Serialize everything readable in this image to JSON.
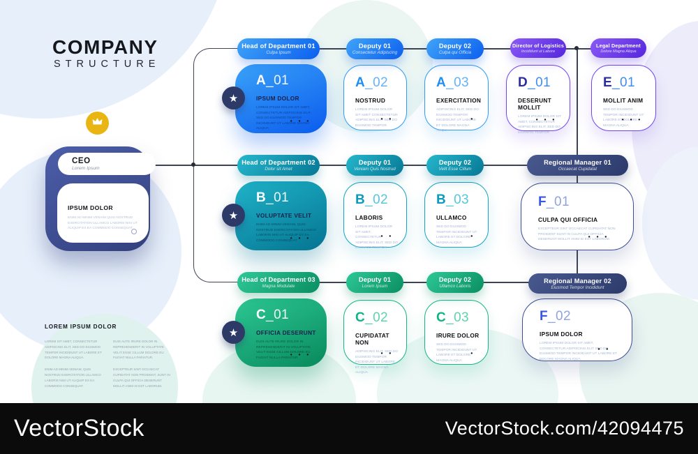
{
  "title": {
    "line1": "COMPANY",
    "line2": "STRUCTURE"
  },
  "colors": {
    "blue": "#1a73f0",
    "teal": "#0d8aa6",
    "green": "#12a873",
    "purple": "#6a3df0",
    "navy": "#3a4a8c",
    "gold": "#e9b512",
    "line": "#3c4452",
    "bar": "#0b0b0b"
  },
  "ceo": {
    "role": "CEO",
    "subtitle": "Lorem Ipsum",
    "heading": "IPSUM DOLOR",
    "body": "Enim ad minim veniam quis nostrud exercitation ullamco laboris nisi ut aliquip ex ea commodo consequat"
  },
  "icons": {
    "crown": "crown-icon",
    "star": "★"
  },
  "pills": {
    "head01": {
      "title": "Head of Department 01",
      "subtitle": "Culpa Ipsum"
    },
    "dep_a1": {
      "title": "Deputy 01",
      "subtitle": "Consectetur Adipiscing"
    },
    "dep_a2": {
      "title": "Deputy 02",
      "subtitle": "Culpa qui Officia"
    },
    "logistics": {
      "title": "Director of Logistics",
      "subtitle": "Incididunt ut Labore"
    },
    "legal": {
      "title": "Legal Department",
      "subtitle": "Dolore Magna Aliqua"
    },
    "head02": {
      "title": "Head of Department 02",
      "subtitle": "Dolor sit Amet"
    },
    "dep_b1": {
      "title": "Deputy 01",
      "subtitle": "Veniam Quis Nostrud"
    },
    "dep_b2": {
      "title": "Deputy 02",
      "subtitle": "Velit Esse Cillum"
    },
    "rm01": {
      "title": "Regional Manager 01",
      "subtitle": "Occaecat Cupidatat"
    },
    "head03": {
      "title": "Head of Department 03",
      "subtitle": "Magna Modulate"
    },
    "dep_c1": {
      "title": "Deputy 01",
      "subtitle": "Lorem Ipsum"
    },
    "dep_c2": {
      "title": "Deputy 02",
      "subtitle": "Ullamco Laboris"
    },
    "rm02": {
      "title": "Regional Manager 02",
      "subtitle": "Eiusmod Tempor Incididunt"
    }
  },
  "cards": {
    "a01": {
      "prefix": "A",
      "suffix": "_01",
      "heading": "IPSUM DOLOR",
      "body": "Lorem ipsum dolor sit amet, consectetur adipiscing elit, sed do eiusmod tempor incididunt ut labore magna aliqua",
      "dots": "● ● ●"
    },
    "a02": {
      "prefix": "A",
      "suffix": "_02",
      "heading": "NOSTRUD",
      "body": "Lorem ipsum dolor sit amet consectetur adipiscing elit sed do eiusmod tempor",
      "dots": "● ●"
    },
    "a03": {
      "prefix": "A",
      "suffix": "_03",
      "heading": "EXERCITATION",
      "body": "Adipiscing elit, sed do eiusmod tempor incididunt ut labore et dolore magna aliqua",
      "dots": "●"
    },
    "d01": {
      "prefix": "D",
      "suffix": "_01",
      "heading": "DESERUNT MOLLIT",
      "body": "Lorem ipsum dolor sit amet, consectetur adipiscing elit, sed do eiusmod tempor",
      "dots": "● ● ●"
    },
    "e01": {
      "prefix": "E",
      "suffix": "_01",
      "heading": "MOLLIT ANIM",
      "body": "Sed do eiusmod tempor incididunt ut labore et dolore magna aliqua",
      "dots": "● ● ●"
    },
    "b01": {
      "prefix": "B",
      "suffix": "_01",
      "heading": "VOLUPTATE VELIT",
      "body": "Enim ad minim veniam, quis nostrud exercitation ullamco laboris nisi ut aliquip ex ea commodo consequat",
      "dots": "● ● ●"
    },
    "b02": {
      "prefix": "B",
      "suffix": "_02",
      "heading": "LABORIS",
      "body": "Lorem ipsum dolor sit amet, consectetur adipiscing elit, sed do eiusmod tempor",
      "dots": "● ●"
    },
    "b03": {
      "prefix": "B",
      "suffix": "_03",
      "heading": "ULLAMCO",
      "body": "Sed do eiusmod tempor incididunt ut labore et dolore magna aliqua",
      "dots": "●"
    },
    "f01": {
      "prefix": "F",
      "suffix": "_01",
      "heading": "CULPA QUI OFFICIA",
      "body": "Excepteur sint occaecat cupidatat non proident sunt in culpa qui officia deserunt mollit anim id est laborum.",
      "dots": "● ● ●"
    },
    "c01": {
      "prefix": "C",
      "suffix": "_01",
      "heading": "OFFICIA DESERUNT",
      "body": "Duis aute irure dolor in reprehenderit in voluptate velit esse cillum dolore eu fugiat nulla pariatur",
      "dots": "● ● ●"
    },
    "c02": {
      "prefix": "C",
      "suffix": "_02",
      "heading": "CUPIDATAT NON",
      "body": "Adipiscing elit, sed do eiusmod tempor incididunt ut labore et dolore magna aliqua",
      "dots": "● ●"
    },
    "c03": {
      "prefix": "C",
      "suffix": "_03",
      "heading": "IRURE DOLOR",
      "body": "Sed do eiusmod tempor incididunt ut labore et dolore magna aliqua",
      "dots": "●"
    },
    "f02": {
      "prefix": "F",
      "suffix": "_02",
      "heading": "IPSUM DOLOR",
      "body": "Lorem ipsum dolor sit amet, consectetur adipiscing elit sed do eiusmod tempor incididunt ut labore et dolore magna aliqua.",
      "dots": "● ●"
    }
  },
  "footer_note": {
    "heading": "LOREM IPSUM DOLOR",
    "col1a": "Lorem sit amet, consectetur adipiscing elit, sed do eiusmod tempor incididunt ut labore et dolore magna aliqua.",
    "col1b": "Enim ad minim veniam, quis nostrud exercitation ullamco laboris nisi ut aliquip ex ea commodo consequat.",
    "col2a": "Duis aute irure dolor in reprehenderit in voluptate velit esse cillum dolore eu fugiat nulla pariatur.",
    "col2b": "Excepteur sint occaecat cupidatat non proident, sunt in culpa qui officia deserunt mollit anim id est laborum."
  },
  "watermark": {
    "left": "VectorStock",
    "right": "VectorStock.com/42094475"
  }
}
